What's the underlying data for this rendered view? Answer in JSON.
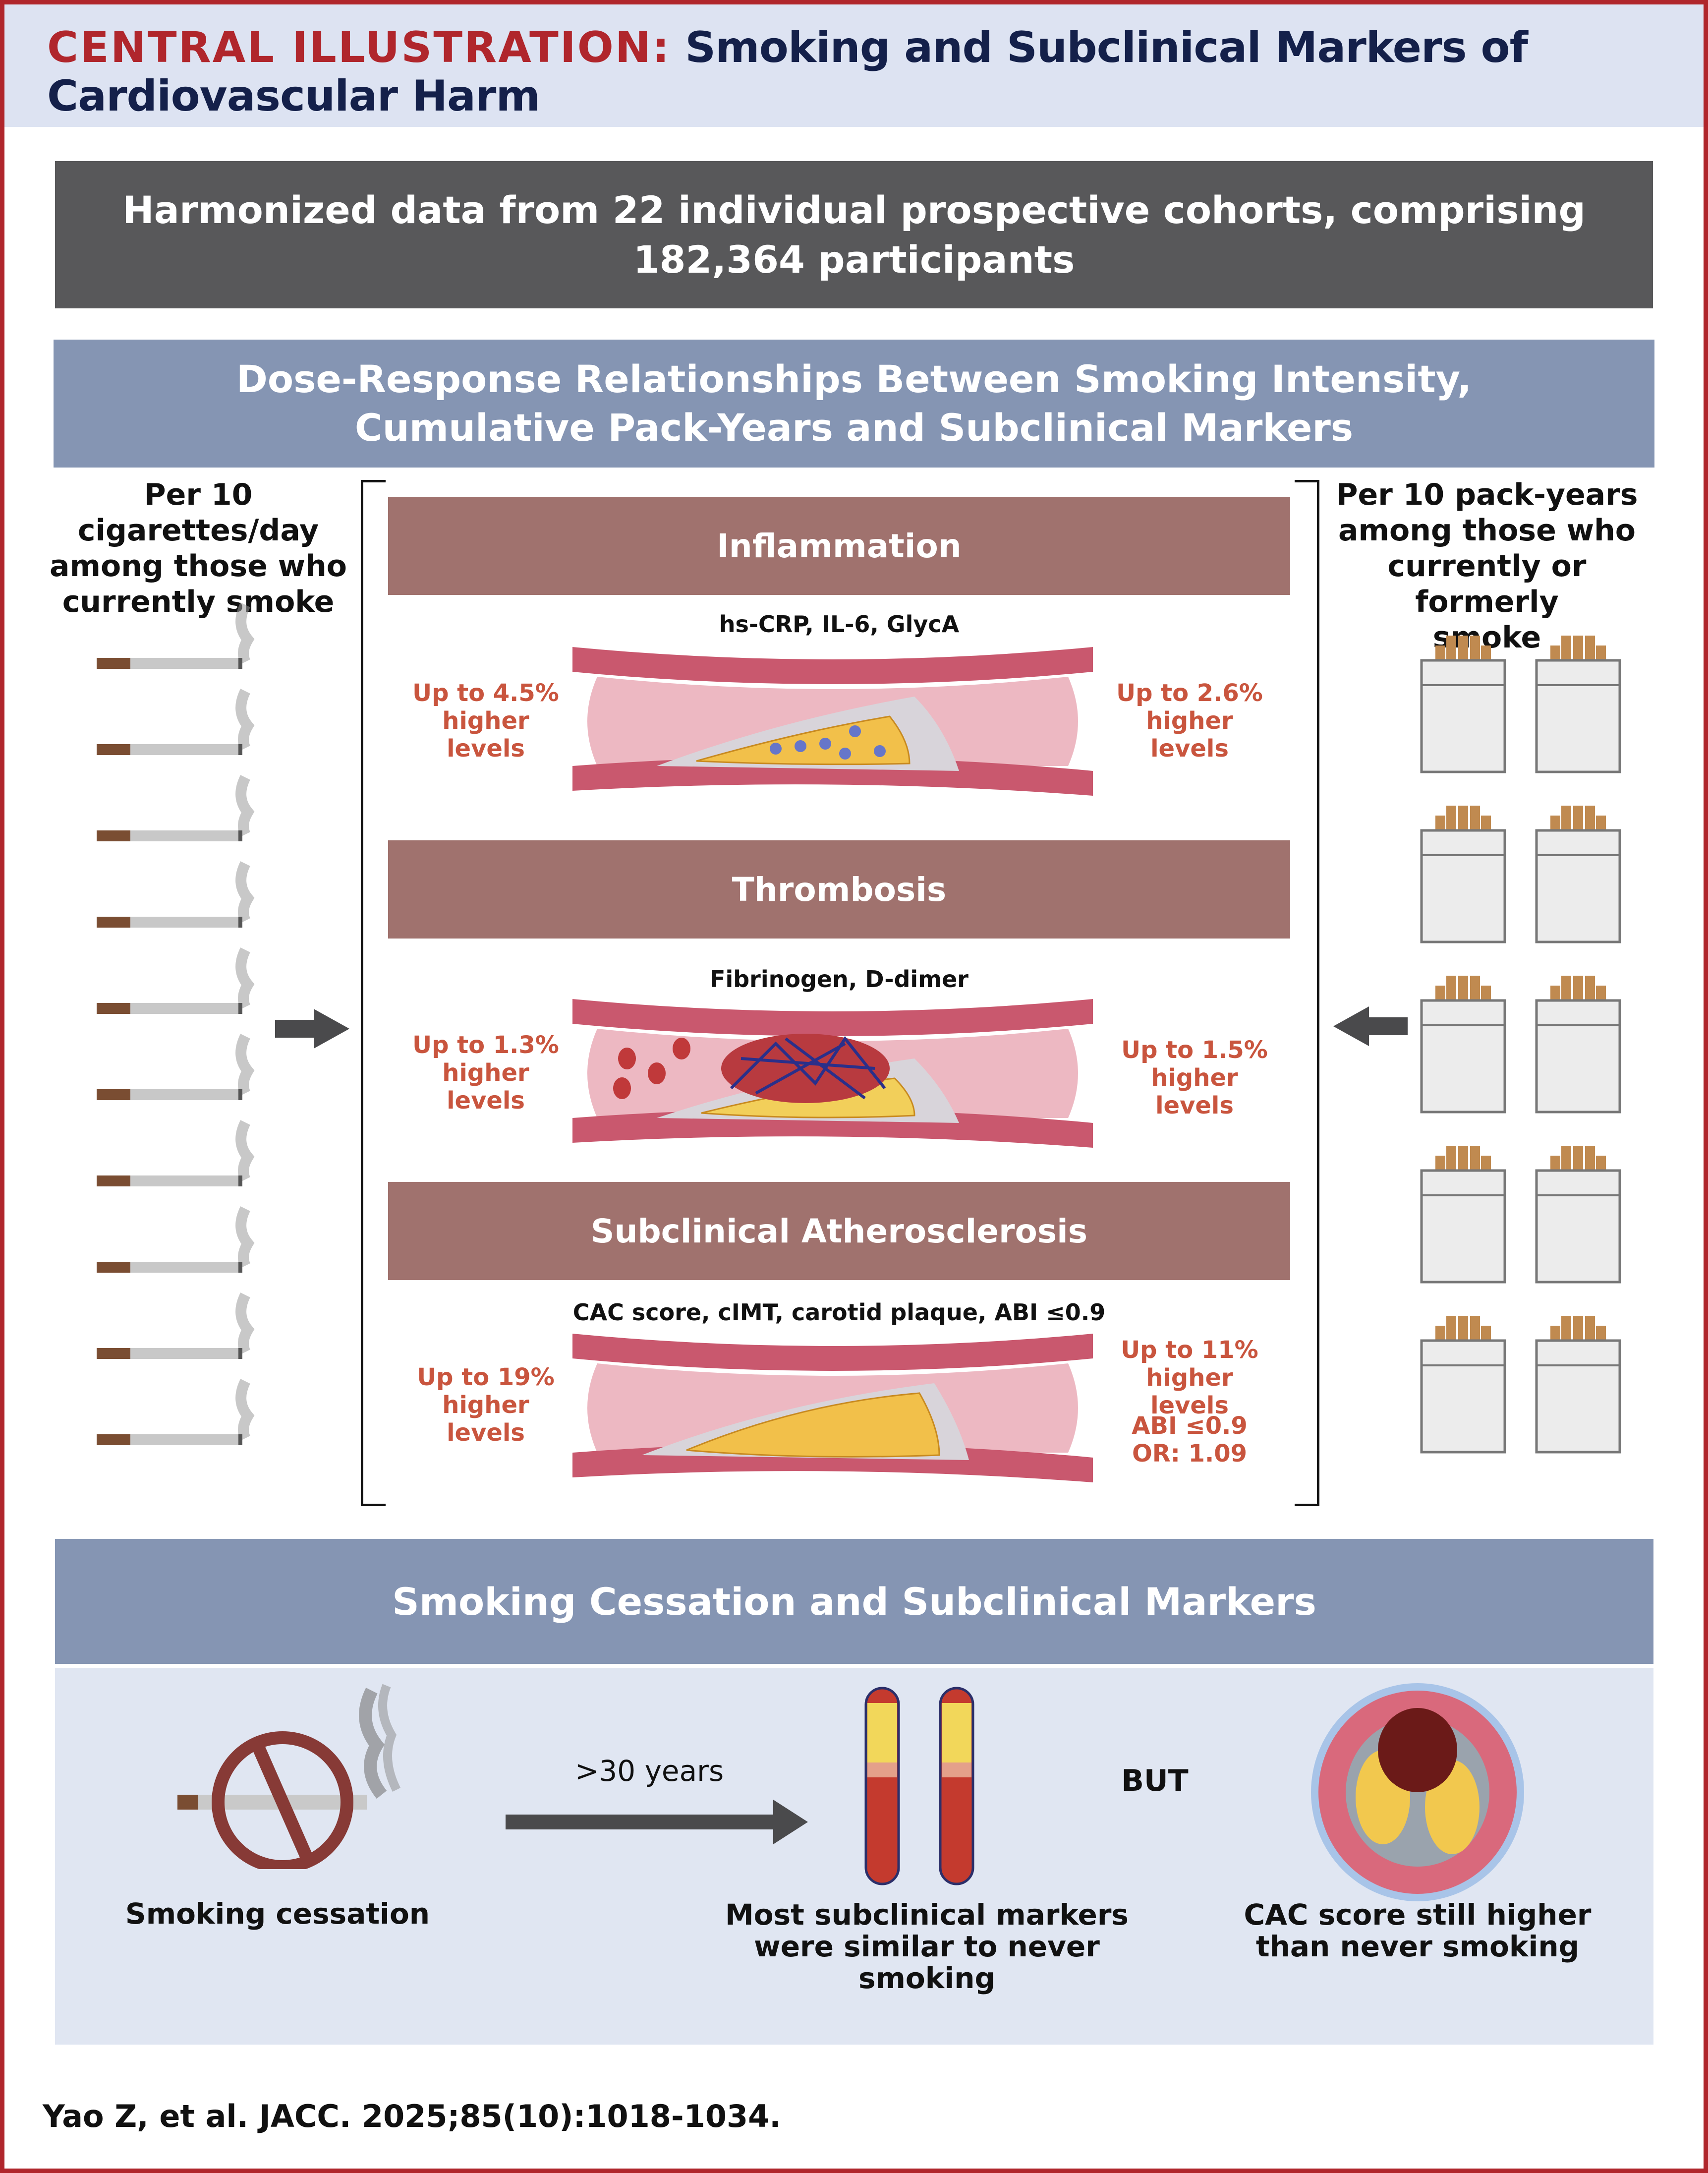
{
  "header": {
    "label": "CENTRAL ILLUSTRATION:",
    "title_line1": "Smoking and Subclinical Markers of",
    "title_line2": "Cardiovascular Harm"
  },
  "summary_banner": {
    "line1": "Harmonized data from 22 individual prospective cohorts, comprising",
    "line2": "182,364 participants"
  },
  "dose_response_banner": {
    "line1": "Dose-Response Relationships Between Smoking Intensity,",
    "line2": "Cumulative Pack-Years and Subclinical Markers"
  },
  "left_exposure": {
    "lines": [
      "Per 10 cigarettes/day",
      "among those who",
      "currently smoke"
    ],
    "icon_count": 10,
    "icon": "cigarette-icon"
  },
  "right_exposure": {
    "lines": [
      "Per 10 pack-years",
      "among those who",
      "currently or formerly",
      "smoke"
    ],
    "icon_count": 10,
    "icon": "cigarette-pack-icon"
  },
  "categories": [
    {
      "title": "Inflammation",
      "markers": "hs-CRP, IL-6, GlycA",
      "left_effect": [
        "Up to 4.5%",
        "higher levels"
      ],
      "right_effect": [
        "Up to 2.6%",
        "higher levels"
      ],
      "right_extra": []
    },
    {
      "title": "Thrombosis",
      "markers": "Fibrinogen, D-dimer",
      "left_effect": [
        "Up to 1.3%",
        "higher levels"
      ],
      "right_effect": [
        "Up to 1.5%",
        "higher levels"
      ],
      "right_extra": []
    },
    {
      "title": "Subclinical Atherosclerosis",
      "markers": "CAC score, cIMT, carotid plaque, ABI ≤0.9",
      "left_effect": [
        "Up to 19%",
        "higher levels"
      ],
      "right_effect": [
        "Up to 11%",
        "higher levels"
      ],
      "right_extra": [
        "ABI ≤0.9",
        "OR: 1.09"
      ]
    }
  ],
  "cessation": {
    "title": "Smoking Cessation and Subclinical Markers",
    "step1_caption": "Smoking cessation",
    "arrow_label": ">30 years",
    "step2_caption": [
      "Most subclinical markers",
      "were similar to never smoking"
    ],
    "connector": "BUT",
    "step3_caption": [
      "CAC score still higher",
      "than never smoking"
    ]
  },
  "citation": "Yao Z, et al. JACC. 2025;85(10):1018-1034.",
  "colors": {
    "frame": "#b0262c",
    "header_bg": "#dde3f2",
    "title_navy": "#14204a",
    "dark_banner": "#58585a",
    "blue_banner": "#8595b3",
    "category_bar": "#a0726e",
    "effect_text": "#c9553e",
    "cessation_bg": "#e0e6f2"
  }
}
